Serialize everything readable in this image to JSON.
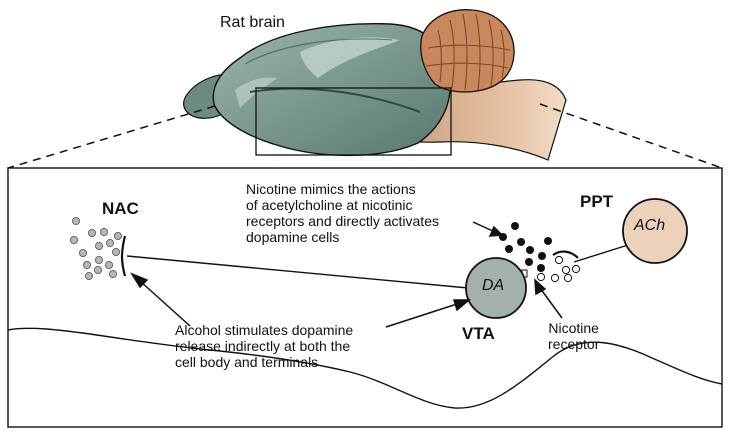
{
  "title": "Rat brain",
  "regions": {
    "nac": "NAC",
    "ppt": "PPT",
    "vta": "VTA"
  },
  "cells": {
    "da": "DA",
    "ach": "ACh"
  },
  "annotations": {
    "nicotine_mimics": [
      "Nicotine mimics the actions",
      "of acetylcholine at nicotinic",
      "receptors and directly activates",
      "dopamine cells"
    ],
    "alcohol": [
      "Alcohol stimulates dopamine",
      "release indirectly at both the",
      "cell body and terminals"
    ],
    "receptor": [
      "Nicotine",
      "receptor"
    ]
  },
  "colors": {
    "cerebrum": "#7f9a91",
    "cerebrum_dark": "#4e6b62",
    "cerebellum": "#c9875c",
    "brainstem": "#dcb08d",
    "da_cell": "#a4b1ab",
    "ach_cell": "#ecd2ba",
    "vesicle": "#b5b5b5"
  }
}
